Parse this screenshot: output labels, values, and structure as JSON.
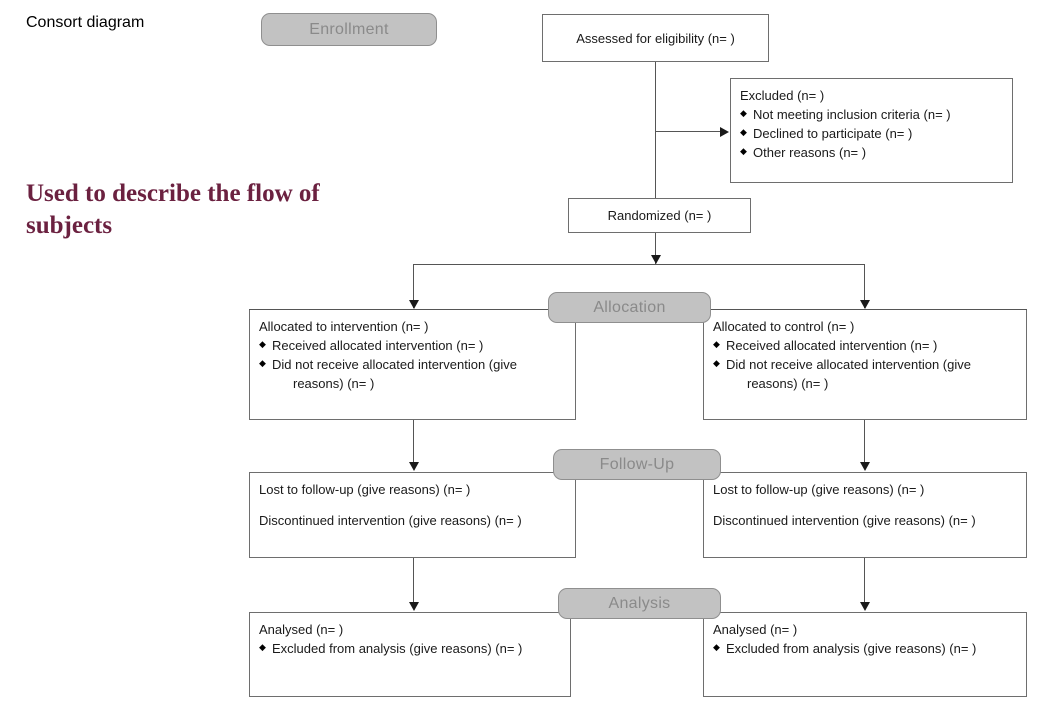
{
  "slide": {
    "title": "Consort diagram",
    "subtitle": "Used to describe the flow of subjects",
    "title_color": "#6b2140",
    "box_border_color": "#6e6e6e",
    "pill_fill_color": "#c2c2c2",
    "pill_text_color": "#8a8a8a",
    "connector_color": "#555555"
  },
  "stages": {
    "enrollment": "Enrollment",
    "allocation": "Allocation",
    "followup": "Follow-Up",
    "analysis": "Analysis"
  },
  "boxes": {
    "assessed": {
      "text": "Assessed for eligibility (n=  )"
    },
    "excluded": {
      "heading": "Excluded  (n=  )",
      "items": [
        "Not meeting inclusion criteria (n=  )",
        "Declined to participate (n=  )",
        "Other reasons (n=  )"
      ]
    },
    "randomized": {
      "text": "Randomized  (n=  )"
    },
    "allocated_intervention": {
      "heading": "Allocated to intervention  (n=  )",
      "item1": "Received  allocated intervention  (n=  )",
      "item2": "Did not receive  allocated intervention  (give",
      "item2_cont": "reasons)  (n=  )"
    },
    "allocated_control": {
      "heading": "Allocated to control    (n=  )",
      "item1": "Received  allocated intervention  (n=  )",
      "item2": "Did not receive  allocated intervention  (give",
      "item2_cont": "reasons)  (n=  )"
    },
    "followup_left": {
      "line1": "Lost to follow-up  (give reasons)  (n=  )",
      "line2": "Discontinued  intervention  (give  reasons)  (n=  )"
    },
    "followup_right": {
      "line1": "Lost to follow-up  (give reasons)  (n=  )",
      "line2": "Discontinued  intervention  (give  reasons)  (n=  )"
    },
    "analysis_left": {
      "heading": "Analysed  (n=  )",
      "item1": "Excluded from analysis (give  reasons)  (n=   )"
    },
    "analysis_right": {
      "heading": "Analysed  (n=  )",
      "item1": "Excluded from analysis (give  reasons)  (n=   )"
    }
  }
}
